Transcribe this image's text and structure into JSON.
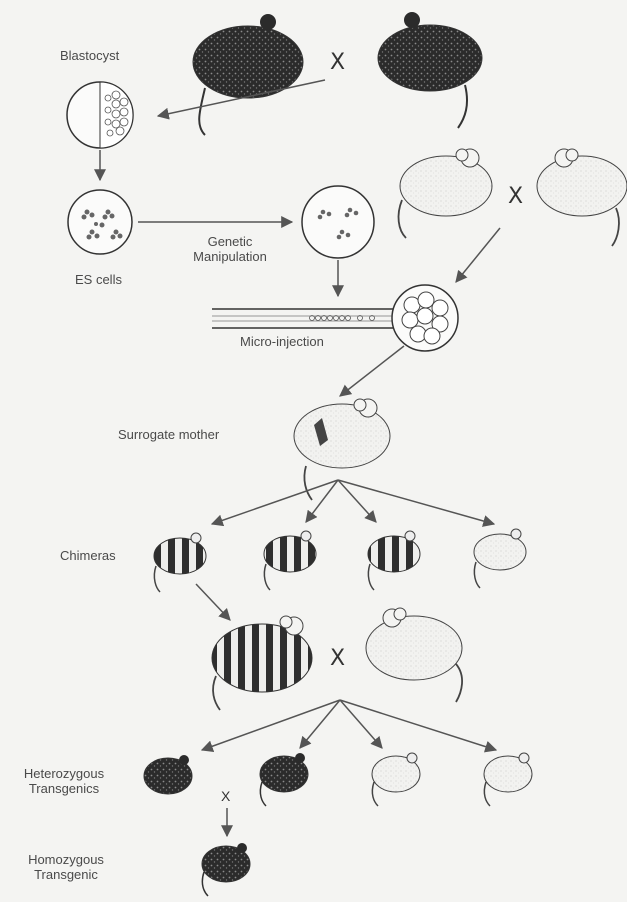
{
  "labels": {
    "blastocyst": "Blastocyst",
    "es_cells": "ES cells",
    "genetic_manipulation_1": "Genetic",
    "genetic_manipulation_2": "Manipulation",
    "micro_injection": "Micro-injection",
    "surrogate_mother": "Surrogate mother",
    "chimeras": "Chimeras",
    "heterozygous_1": "Heterozygous",
    "heterozygous_2": "Transgenics",
    "homozygous_1": "Homozygous",
    "homozygous_2": "Transgenic",
    "cross_symbol": "X",
    "cross_symbol_small": "X"
  },
  "colors": {
    "dark_mouse": "#2b2b2b",
    "light_mouse": "#ececec",
    "stroke": "#333333",
    "arrow": "#555555"
  }
}
